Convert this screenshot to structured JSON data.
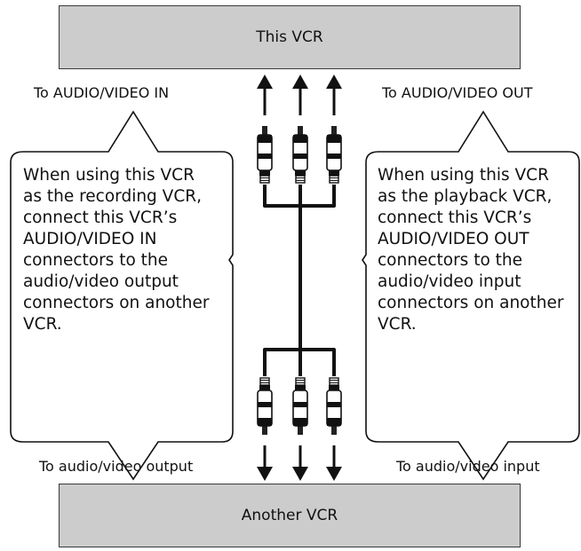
{
  "devices": {
    "top": "This VCR",
    "bottom": "Another VCR"
  },
  "port_labels": {
    "audio_video_in": "To AUDIO/VIDEO IN",
    "audio_video_out": "To AUDIO/VIDEO OUT",
    "audio_video_output": "To audio/video output",
    "audio_video_input": "To audio/video input"
  },
  "notes": {
    "recording": [
      "When using this VCR",
      "as the recording VCR,",
      "connect this VCR’s",
      "AUDIO/VIDEO IN",
      "connectors to the",
      "audio/video output",
      "connectors on another",
      "VCR."
    ],
    "playback": [
      "When using this VCR",
      "as the playback VCR,",
      "connect this VCR’s",
      "AUDIO/VIDEO OUT",
      "connectors to the",
      "audio/video input",
      "connectors on another",
      "VCR."
    ]
  },
  "colors": {
    "device_fill": "#cccccc",
    "line": "#111111"
  }
}
